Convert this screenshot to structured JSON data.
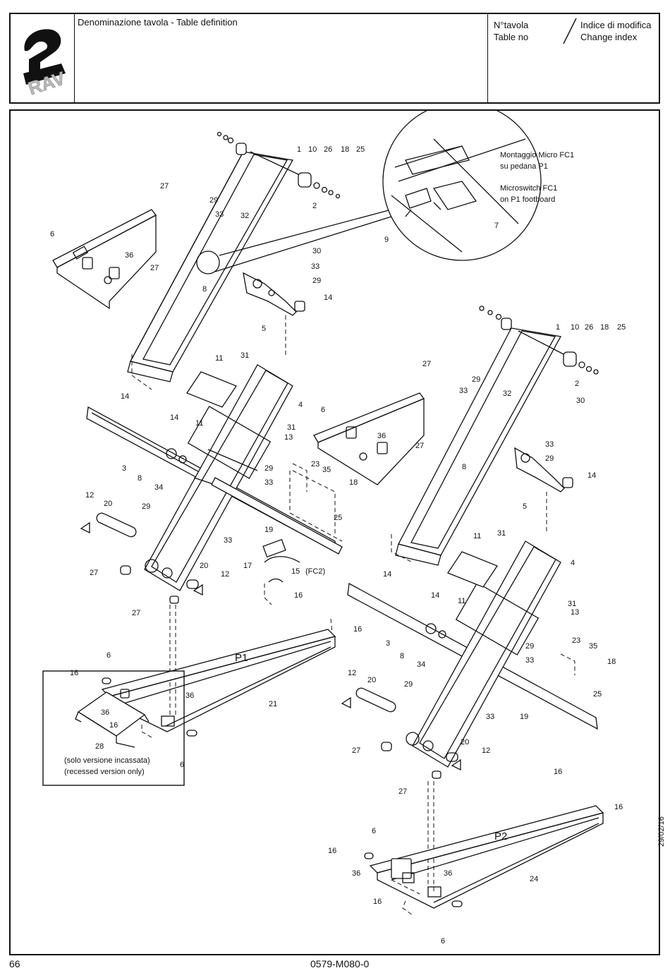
{
  "header": {
    "table_definition_label": "Denominazione tavola - Table definition",
    "table_no_it": "N°tavola",
    "table_no_en": "Table no",
    "change_index_it": "Indice di modifica",
    "change_index_en": "Change index",
    "logo_text": "RAV"
  },
  "detail_note": {
    "line1_it": "Montaggio Micro FC1",
    "line2_it": "su pedana P1",
    "line3_en": "Microswitch FC1",
    "line4_en": "on P1 footboard"
  },
  "inset_note": {
    "part": "28",
    "line1": "(solo versione incassata)",
    "line2": "(recessed version only)"
  },
  "platform_labels": {
    "p1": "P1",
    "p2": "P2"
  },
  "fc2_label": "(FC2)",
  "left_assembly_labels": [
    "1",
    "10",
    "26",
    "18",
    "25",
    "27",
    "29",
    "33",
    "32",
    "2",
    "6",
    "36",
    "27",
    "30",
    "33",
    "29",
    "8",
    "14",
    "5",
    "14",
    "11",
    "31",
    "11",
    "14",
    "4",
    "31",
    "3",
    "8",
    "34",
    "13",
    "29",
    "33",
    "12",
    "20",
    "29",
    "33",
    "23",
    "35",
    "18",
    "25",
    "19",
    "27",
    "20",
    "12",
    "17",
    "15",
    "16",
    "27",
    "16",
    "6",
    "16",
    "36",
    "21",
    "36",
    "16",
    "6"
  ],
  "right_assembly_labels": [
    "1",
    "10",
    "26",
    "18",
    "25",
    "27",
    "29",
    "2",
    "6",
    "33",
    "32",
    "30",
    "36",
    "27",
    "8",
    "33",
    "29",
    "14",
    "5",
    "11",
    "31",
    "4",
    "14",
    "14",
    "31",
    "11",
    "13",
    "3",
    "8",
    "34",
    "29",
    "33",
    "23",
    "35",
    "18",
    "25",
    "12",
    "20",
    "29",
    "33",
    "19",
    "27",
    "20",
    "12",
    "27",
    "16",
    "16",
    "6",
    "16",
    "P2",
    "36",
    "36",
    "24",
    "16",
    "6"
  ],
  "detail_labels": [
    "9",
    "7"
  ],
  "footer": {
    "page_number": "66",
    "document_code": "0579-M080-0",
    "date": "29/02/16"
  }
}
